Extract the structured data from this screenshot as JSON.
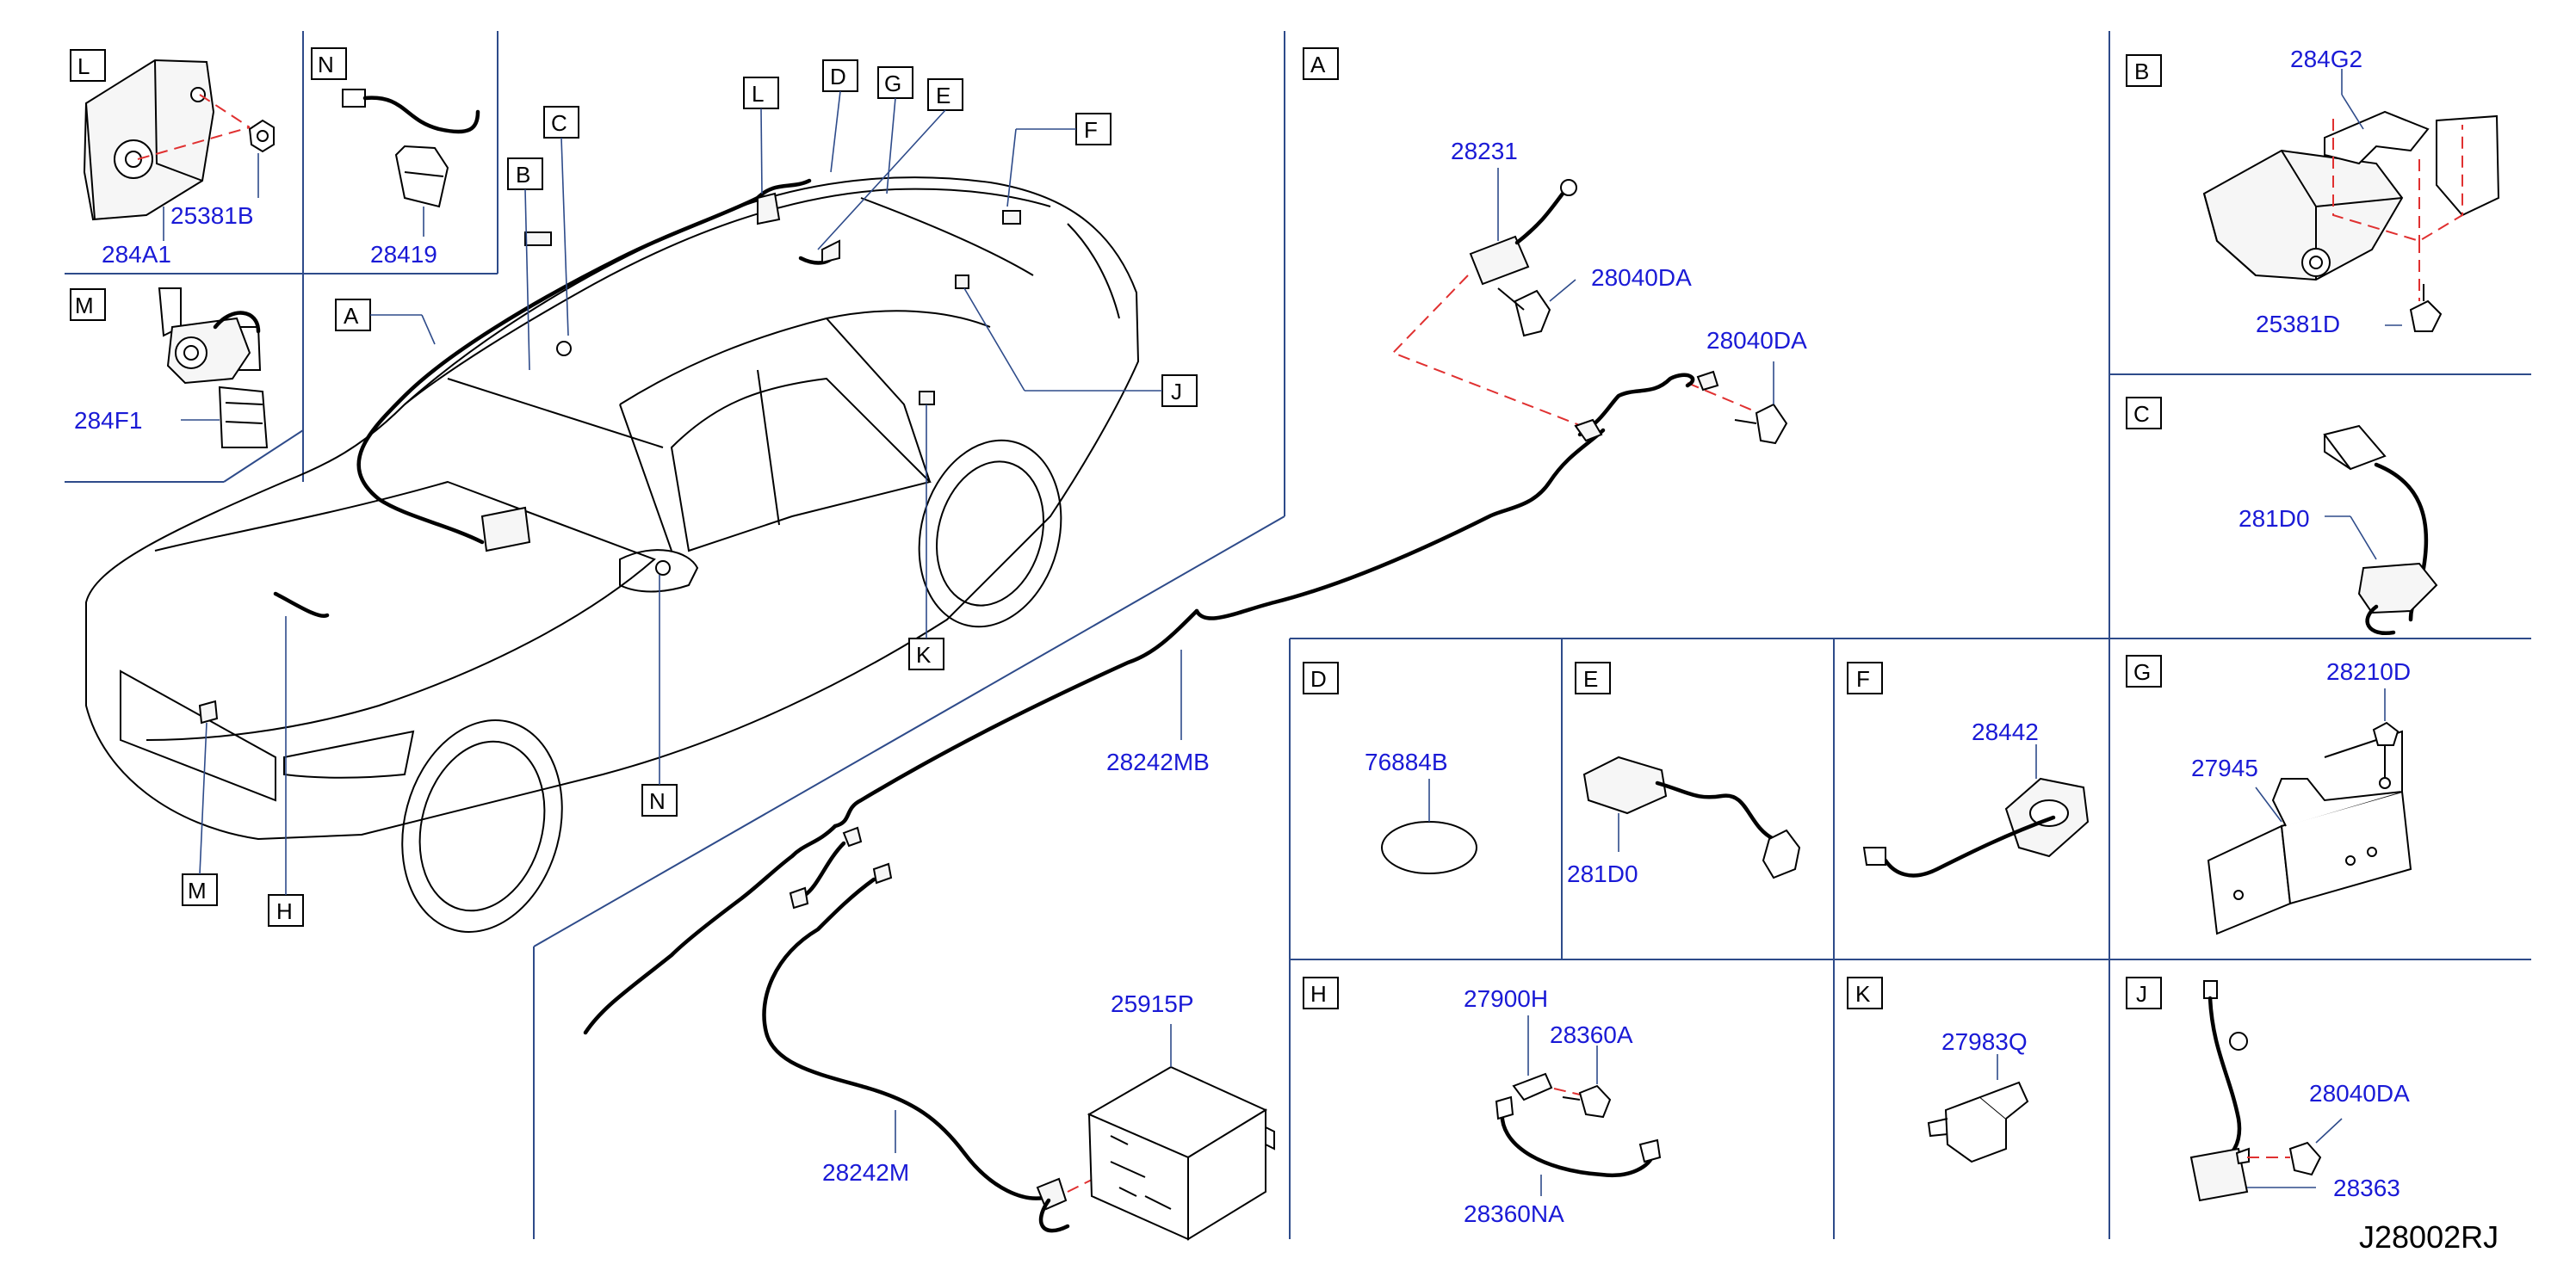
{
  "diagram_code": "J28002RJ",
  "callouts": {
    "A": "A",
    "B": "B",
    "C": "C",
    "D": "D",
    "E": "E",
    "F": "F",
    "G": "G",
    "H": "H",
    "J": "J",
    "K": "K",
    "L": "L",
    "M": "M",
    "N": "N"
  },
  "parts": {
    "p_284A1": "284A1",
    "p_25381B": "25381B",
    "p_28419": "28419",
    "p_284F1": "284F1",
    "p_28231": "28231",
    "p_28040DA_a1": "28040DA",
    "p_28040DA_a2": "28040DA",
    "p_28242MB": "28242MB",
    "p_25915P": "25915P",
    "p_28242M": "28242M",
    "p_284G2": "284G2",
    "p_25381D": "25381D",
    "p_281D0_c": "281D0",
    "p_76884B": "76884B",
    "p_281D0_e": "281D0",
    "p_28442": "28442",
    "p_28210D": "28210D",
    "p_27945": "27945",
    "p_27900H": "27900H",
    "p_28360A": "28360A",
    "p_28360NA": "28360NA",
    "p_27983Q": "27983Q",
    "p_28040DA_j": "28040DA",
    "p_28363": "28363"
  },
  "colors": {
    "part_number": "#1a1ad6",
    "frame": "#2e4b8a",
    "dashed_link": "#e03030"
  }
}
